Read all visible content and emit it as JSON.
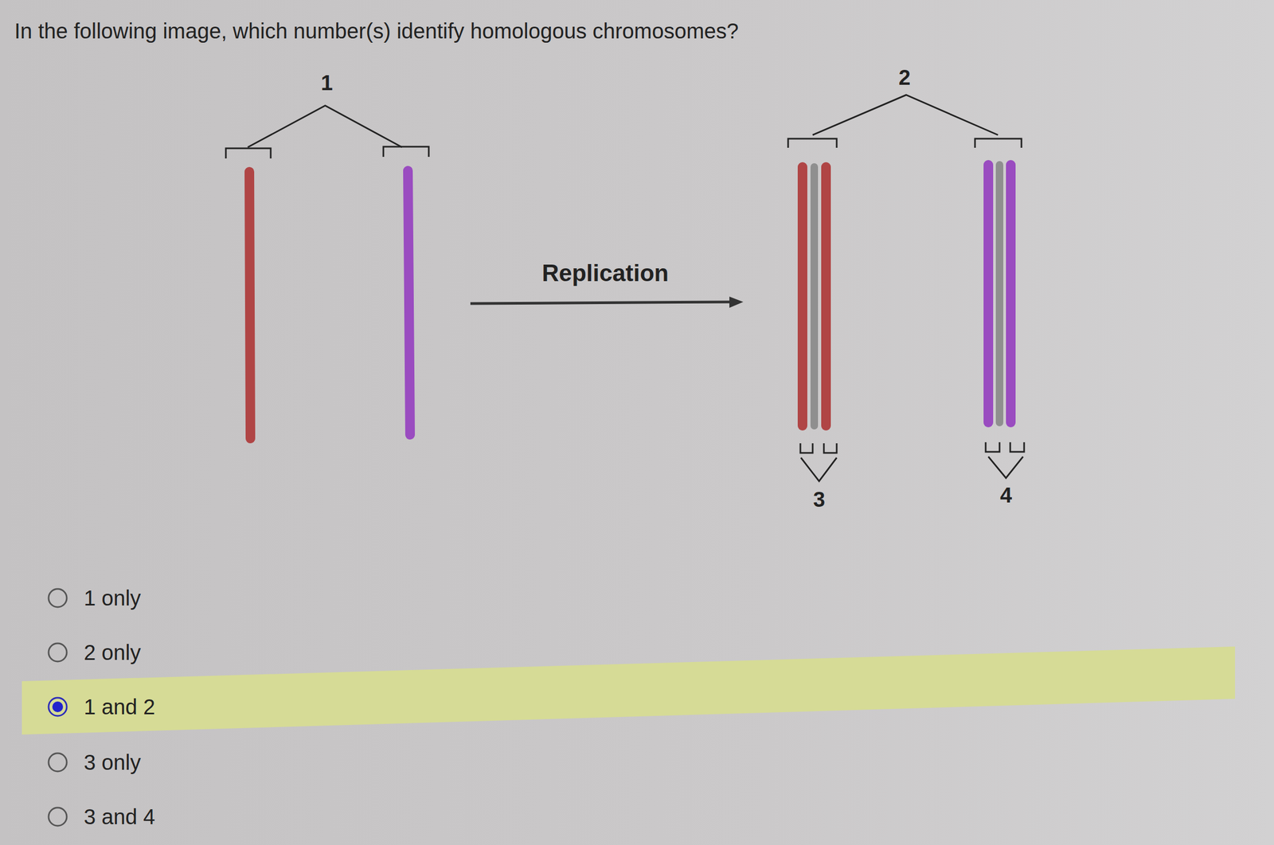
{
  "diagram": {
    "title": "In the following image, which number(s) identify homologous chromosomes?",
    "labels": [
      "1",
      "2",
      "Replication",
      "3",
      "4",
      "1 only",
      "2 only",
      "1 and 2",
      "3 only",
      "3 and 4"
    ]
  }
}
